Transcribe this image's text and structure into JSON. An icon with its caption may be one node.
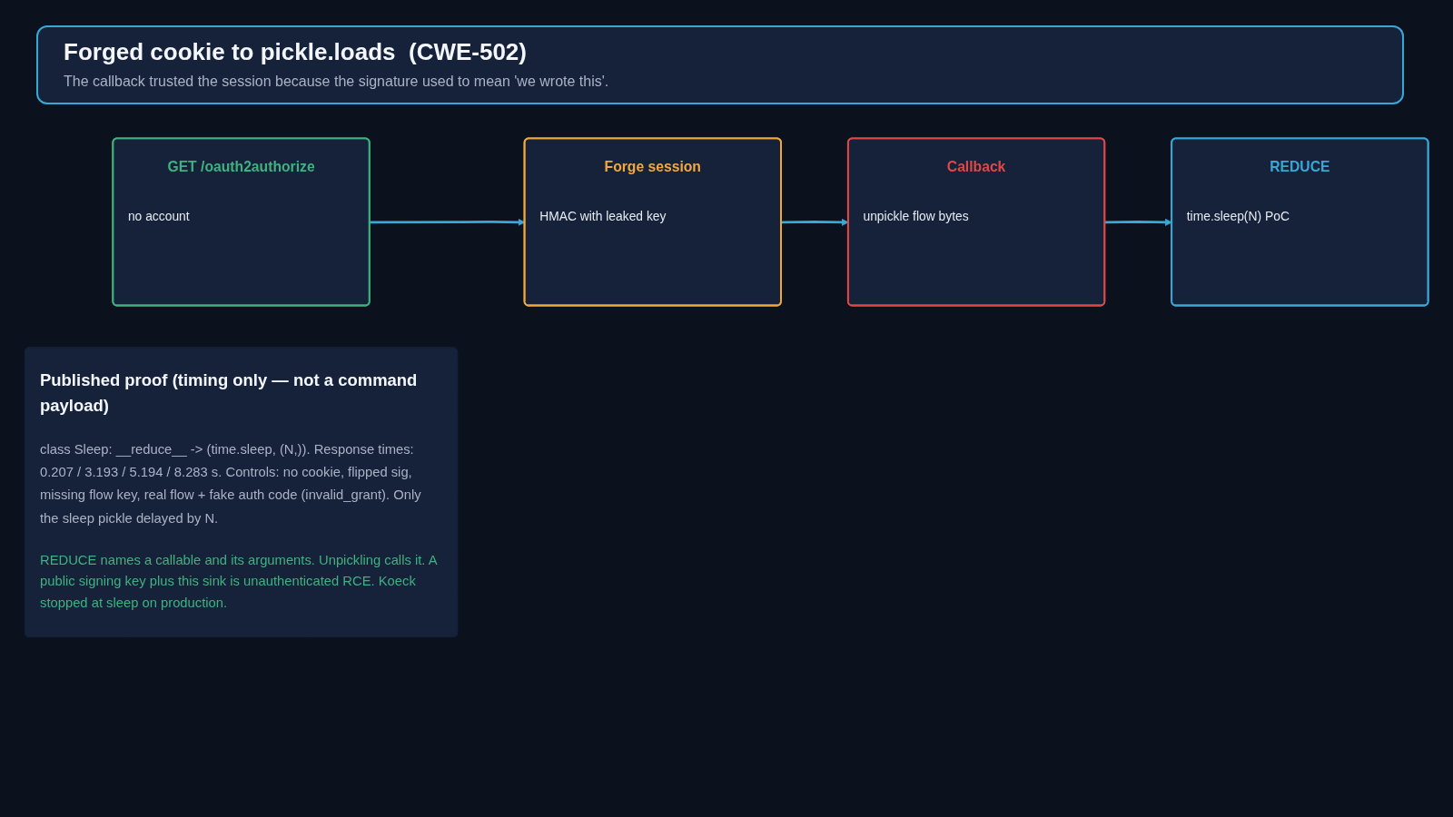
{
  "diagram": {
    "title": "Forged cookie to pickle.loads  (CWE-502)",
    "nodes": [
      {
        "text": [
          "GET /oauth2authorize",
          "no account"
        ]
      },
      {
        "text": [
          "Forge session",
          "HMAC with leaked key"
        ]
      },
      {
        "text": [
          "Callback",
          "unpickle flow bytes"
        ]
      },
      {
        "text": [
          "REDUCE",
          "time.sleep(N) PoC"
        ]
      },
      {
        "text": [
          "Published proof (timing only — not a command payload)",
          "class Sleep: __reduce__ -> (time.sleep, (N,)). Response times: 0.207 / 3.193 / 5.194 / 8.283 s. Controls: no cookie, flipped sig, missing flow key, real flow + fake auth code (invalid_grant). Only the sleep pickle delayed by N.",
          "REDUCE names a callable and its arguments. Unpickling calls it. A public signing key plus this sink is unauthenticated RCE. Koeck stopped at sleep on production."
        ]
      }
    ],
    "edges": [
      {
        "from": 0,
        "to": 1,
        "arrow": "to"
      },
      {
        "from": 1,
        "to": 2,
        "arrow": "to"
      },
      {
        "from": 2,
        "to": 3,
        "arrow": "to"
      }
    ],
    "labels": [
      "The callback trusted the session because the signature used to mean 'we wrote this'."
    ]
  }
}
